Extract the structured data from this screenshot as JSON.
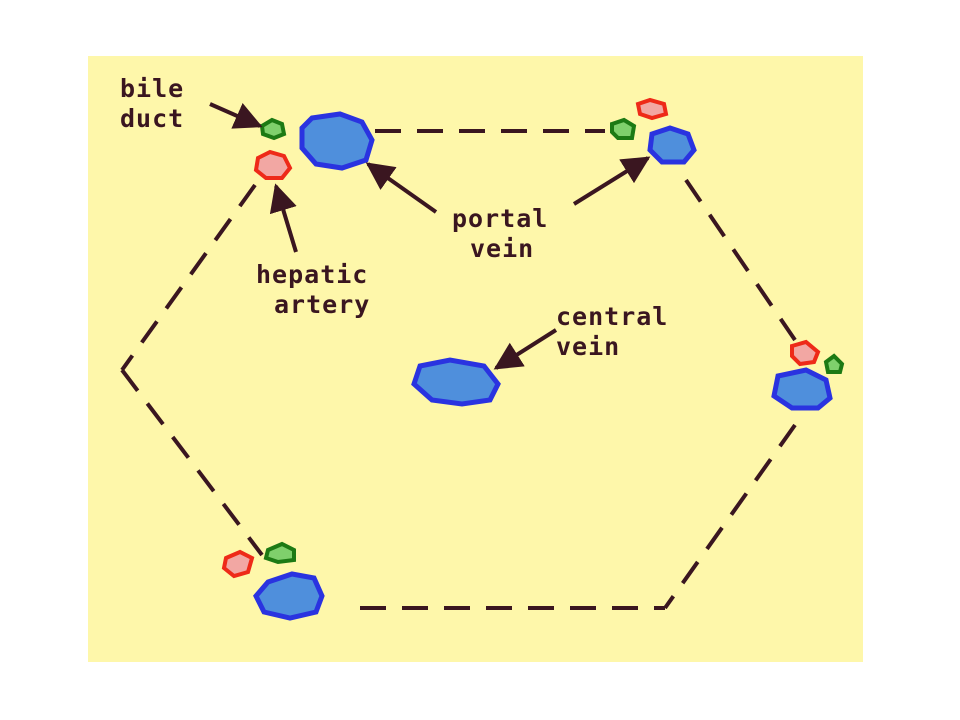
{
  "labels": {
    "bile_duct": [
      "bile",
      "duct"
    ],
    "portal_vein": [
      "portal",
      "vein"
    ],
    "hepatic_artery": [
      "hepatic",
      "artery"
    ],
    "central_vein": [
      "central",
      "vein"
    ]
  },
  "colors": {
    "background": "#fef7aa",
    "vein_fill": "#4f8fdc",
    "vein_stroke": "#2a33e0",
    "artery_fill": "#f2a7a3",
    "artery_stroke": "#ee2a18",
    "duct_fill": "#7fd06c",
    "duct_stroke": "#1d7a14",
    "line": "#3a1620"
  }
}
